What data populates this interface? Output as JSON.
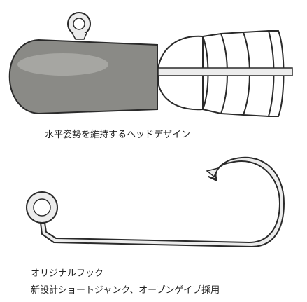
{
  "captions": {
    "head_design": "水平姿勢を維持するヘッドデザイン",
    "hook_title": "オリジナルフック",
    "hook_desc": "新設計ショートジャンク、オープンゲイプ採用"
  },
  "colors": {
    "head_fill": "#8a8a86",
    "head_highlight": "#a6a6a2",
    "outline": "#2a2a2a",
    "hook_fill": "#ececec",
    "body_fill": "#ffffff"
  }
}
